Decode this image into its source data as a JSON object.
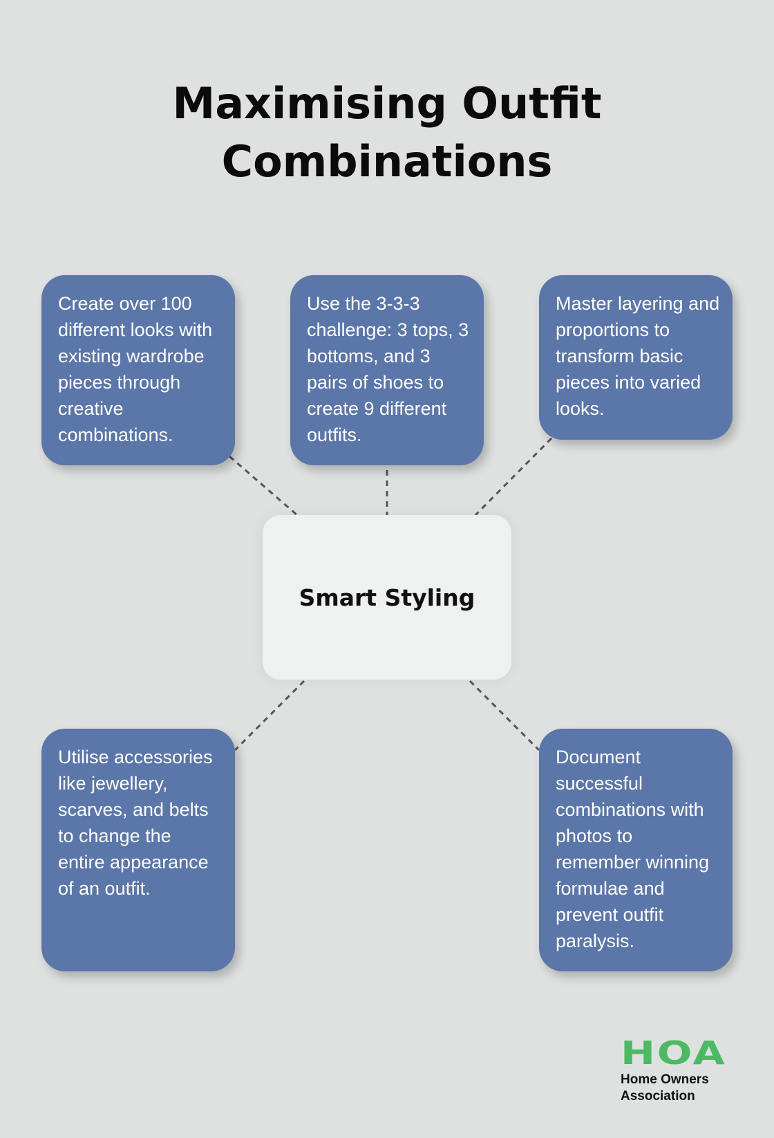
{
  "title": {
    "line1": "Maximising Outfit",
    "line2": "Combinations"
  },
  "center": {
    "label": "Smart Styling"
  },
  "cards": [
    {
      "text": "Create over 100 different looks with existing wardrobe pieces through creative combinations."
    },
    {
      "text": "Use the 3-3-3 challenge: 3 tops, 3 bottoms, and 3 pairs of shoes to create 9 different outfits."
    },
    {
      "text": "Master layering and proportions to transform basic pieces into varied looks."
    },
    {
      "text": "Utilise accessories like jewellery, scarves, and belts to change the entire appearance of an outfit."
    },
    {
      "text": "Document successful combinations with photos to remember winning formulae and prevent outfit paralysis."
    }
  ],
  "logo": {
    "mark": "HOA",
    "line1": "Home Owners",
    "line2": "Association"
  },
  "colors": {
    "card": "#5b76a8",
    "background": "#dfe1e0",
    "center": "#eff0f0",
    "logo": "#4cb963"
  }
}
